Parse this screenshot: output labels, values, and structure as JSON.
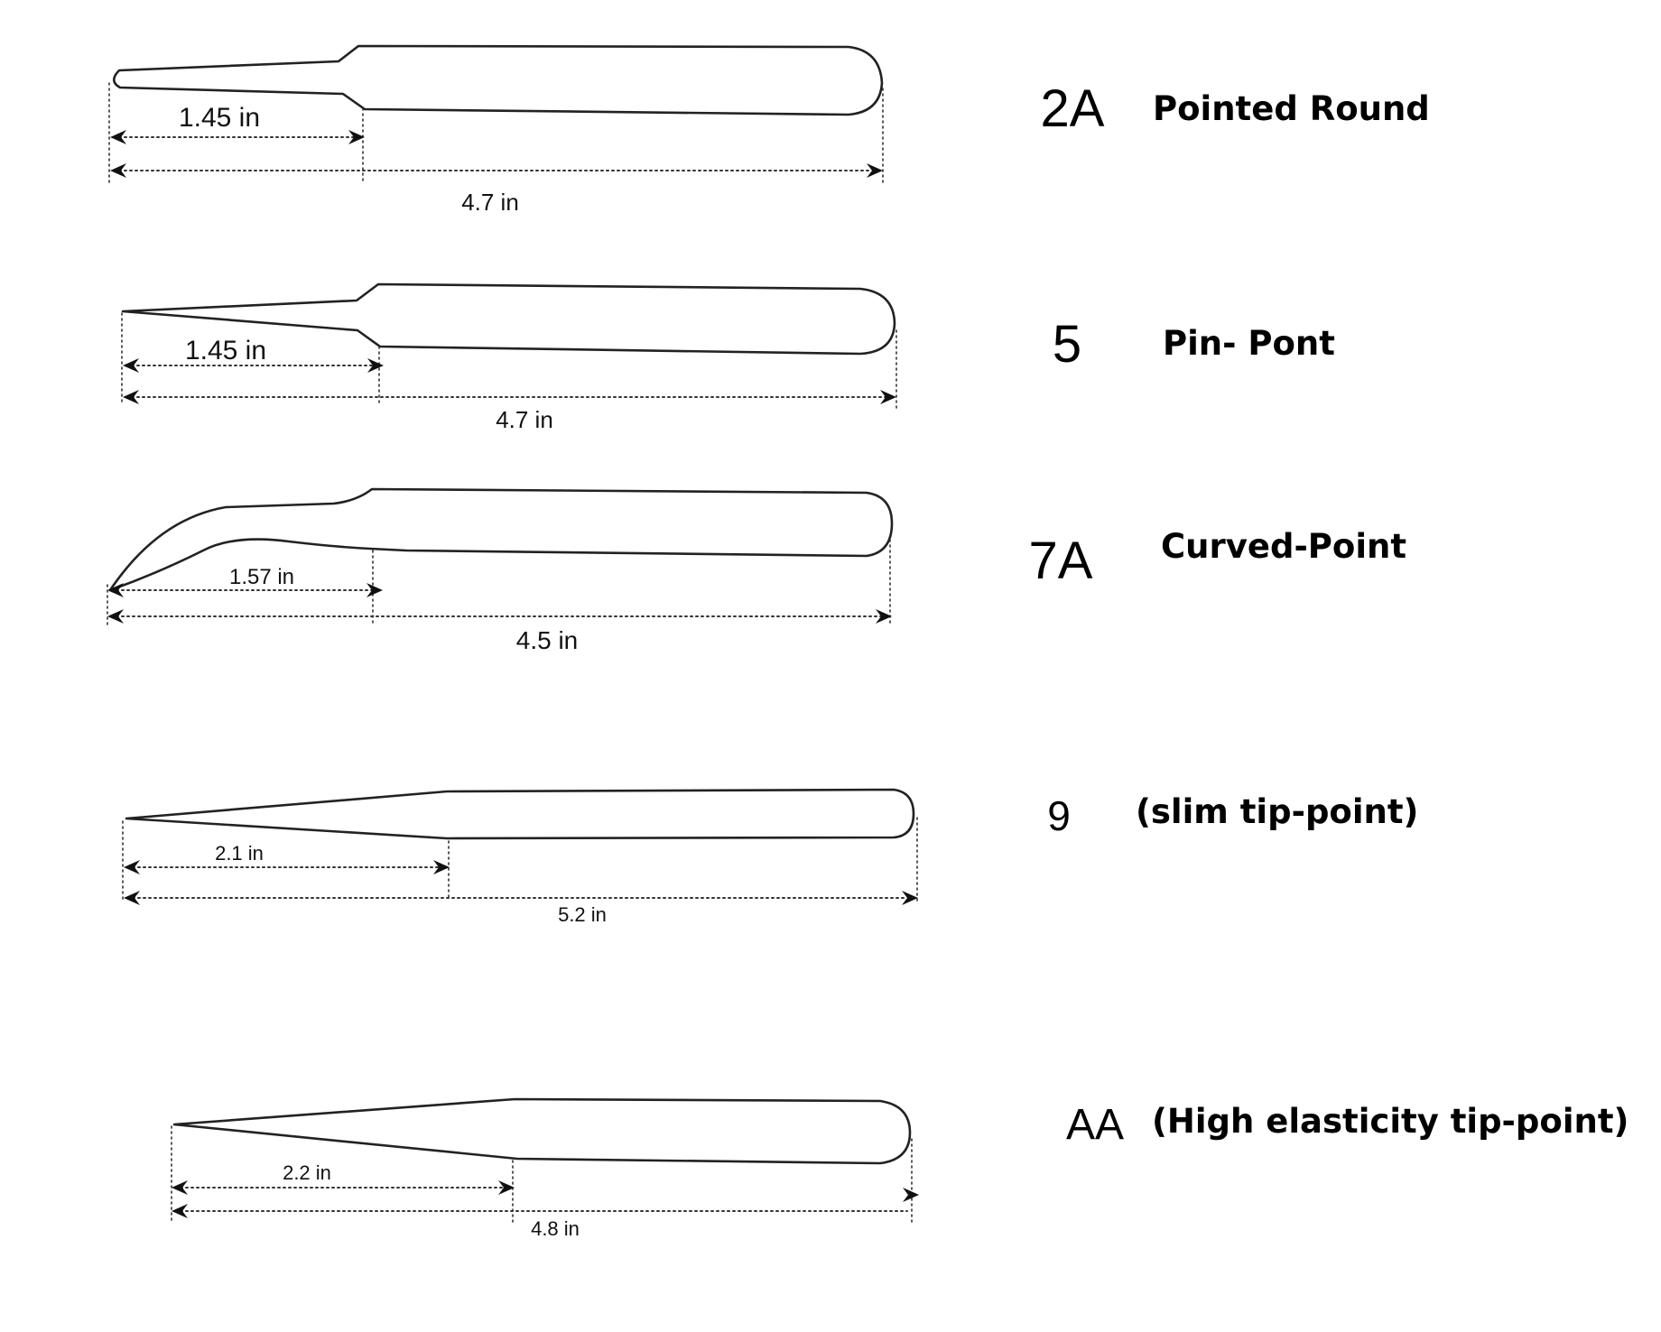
{
  "tweezers": [
    {
      "model": "2A",
      "name": "Pointed Round",
      "tip_length": "1.45 in",
      "total_length": "4.7 in"
    },
    {
      "model": "5",
      "name": "Pin- Pont",
      "tip_length": "1.45 in",
      "total_length": "4.7 in"
    },
    {
      "model": "7A",
      "name": "Curved-Point",
      "tip_length": "1.57 in",
      "total_length": "4.5 in"
    },
    {
      "model": "9",
      "name": "(slim tip-point)",
      "tip_length": "2.1 in",
      "total_length": "5.2 in"
    },
    {
      "model": "AA",
      "name": "(High elasticity tip-point)",
      "tip_length": "2.2 in",
      "total_length": "4.8 in"
    }
  ]
}
